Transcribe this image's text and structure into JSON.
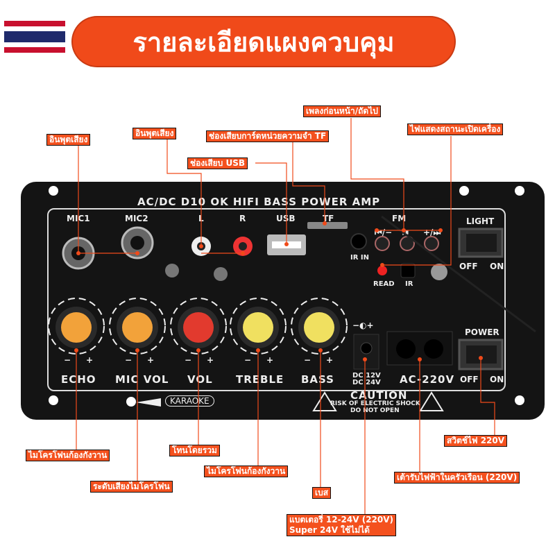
{
  "flag_colors": [
    "#c8102e",
    "#ffffff",
    "#1f2a6b",
    "#ffffff",
    "#c8102e"
  ],
  "title": "รายละเอียดแผงควบคุม",
  "accent": "#f04a1a",
  "panel": {
    "header": "AC/DC  D10 OK  HIFI   BASS  POWER  AMP",
    "mic1": "MIC1",
    "mic2": "MIC2",
    "l": "L",
    "r": "R",
    "usb": "USB",
    "tf": "TF",
    "fm": "FM",
    "prev": "⏮/−",
    "play": "⏯",
    "next": "+/⏭",
    "ir_in": "IR IN",
    "read": "READ",
    "ir": "IR",
    "light": "LIGHT",
    "light_off": "OFF",
    "light_on": "ON",
    "knobs": [
      {
        "label": "ECHO",
        "color": "#f2a23a"
      },
      {
        "label": "MIC VOL",
        "color": "#f2a23a"
      },
      {
        "label": "VOL",
        "color": "#e23a2e"
      },
      {
        "label": "TREBLE",
        "color": "#f0e060"
      },
      {
        "label": "BASS",
        "color": "#f0e060"
      }
    ],
    "minus": "−",
    "plus": "+",
    "dc_symbol": "−◐+",
    "dc1": "DC 12V",
    "dc2": "DC 24V",
    "ac": "AC-220V",
    "power": "POWER",
    "power_off": "OFF",
    "power_on": "ON",
    "karaoke": "KARAOKE",
    "caution": "CAUTION",
    "caution2": "RISK OF ELECTRIC SHOCK",
    "caution3": "DO NOT OPEN"
  },
  "callouts": {
    "mic1_input": "อินพุตเสียง",
    "line_input": "อินพุตเสียง",
    "tf_slot": "ช่องเสียบการ์ดหน่วยความจำ TF",
    "usb_slot": "ช่องเสียบ USB",
    "prev_next": "เพลงก่อนหน้า/ถัดไป",
    "power_led": "ไฟแสดงสถานะเปิดเครื่อง",
    "echo": "ไมโครโฟนก้องกังวาน",
    "mic_vol": "ระดับเสียงไมโครโฟน",
    "vol": "โทนโดยรวม",
    "treble": "ไมโครโฟนก้องกังวาน",
    "bass": "เบส",
    "battery_line1": "แบตเตอรี่ 12-24V (220V)",
    "battery_line2": "Super 24V ใช้ไม่ได้",
    "ac_socket": "เต้ารับไฟฟ้าในครัวเรือน (220V)",
    "power_switch": "สวิตช์ไฟ 220V"
  }
}
